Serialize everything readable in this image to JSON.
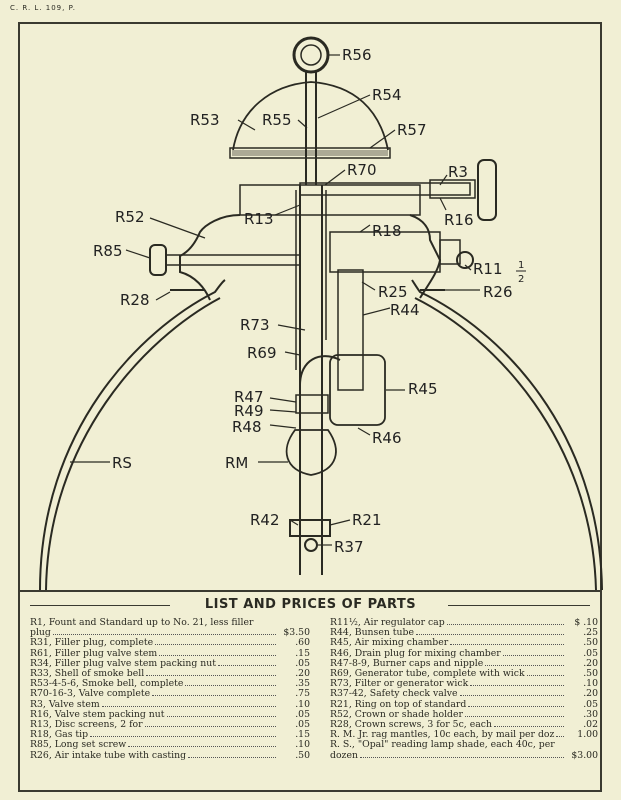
{
  "header": {
    "catalog_code": "C. R. L. 109, P."
  },
  "diagram": {
    "labels": {
      "r56": "R56",
      "r54": "R54",
      "r53": "R53",
      "r55": "R55",
      "r57": "R57",
      "r70": "R70",
      "r3": "R3",
      "r52": "R52",
      "r13": "R13",
      "r16": "R16",
      "r18": "R18",
      "r85": "R85",
      "r11": "R11",
      "r11_frac_num": "1",
      "r11_frac_den": "2",
      "r28": "R28",
      "r25": "R25",
      "r26": "R26",
      "r44": "R44",
      "r73": "R73",
      "r69": "R69",
      "r45": "R45",
      "r47": "R47",
      "r49": "R49",
      "r48": "R48",
      "r46": "R46",
      "rs": "RS",
      "rm": "RM",
      "r42": "R42",
      "r21": "R21",
      "r37": "R37"
    }
  },
  "parts_list": {
    "title": "LIST AND PRICES OF PARTS",
    "left": [
      {
        "name": "R1, Fount and Standard up to No. 21, less filler",
        "cont": "plug",
        "price": "$3.50"
      },
      {
        "name": "R31, Filler plug, complete",
        "price": ".60"
      },
      {
        "name": "R61, Filler plug valve stem",
        "price": ".15"
      },
      {
        "name": "R34, Filler plug valve stem packing nut",
        "price": ".05"
      },
      {
        "name": "R33, Shell of smoke bell",
        "price": ".20"
      },
      {
        "name": "R53-4-5-6, Smoke bell, complete",
        "price": ".35"
      },
      {
        "name": "R70-16-3, Valve complete",
        "price": ".75"
      },
      {
        "name": "R3, Valve stem",
        "price": ".10"
      },
      {
        "name": "R16, Valve stem packing nut",
        "price": ".05"
      },
      {
        "name": "R13, Disc screens, 2 for",
        "price": ".05"
      },
      {
        "name": "R18, Gas tip",
        "price": ".15"
      },
      {
        "name": "R85, Long set screw",
        "price": ".10"
      },
      {
        "name": "R26, Air intake tube with casting",
        "price": ".50"
      }
    ],
    "right": [
      {
        "name": "R11½, Air regulator cap",
        "price": "$ .10"
      },
      {
        "name": "R44, Bunsen tube",
        "price": ".25"
      },
      {
        "name": "R45, Air mixing chamber",
        "price": ".50"
      },
      {
        "name": "R46, Drain plug for mixing chamber",
        "price": ".05"
      },
      {
        "name": "R47-8-9, Burner caps and nipple",
        "price": ".20"
      },
      {
        "name": "R69, Generator tube, complete with wick",
        "price": ".50"
      },
      {
        "name": "R73, Filter or generator wick",
        "price": ".10"
      },
      {
        "name": "R37-42, Safety check valve",
        "price": ".20"
      },
      {
        "name": "R21, Ring on top of standard",
        "price": ".05"
      },
      {
        "name": "R52, Crown or shade holder",
        "price": ".30"
      },
      {
        "name": "R28, Crown screws, 3 for 5c, each",
        "price": ".02"
      },
      {
        "name": "R. M. Jr. rag mantles, 10c each, by mail per doz",
        "price": "1.00"
      },
      {
        "name": "R. S., \"Opal\" reading lamp shade, each 40c, per",
        "cont": "dozen",
        "price": "$3.00"
      }
    ]
  }
}
